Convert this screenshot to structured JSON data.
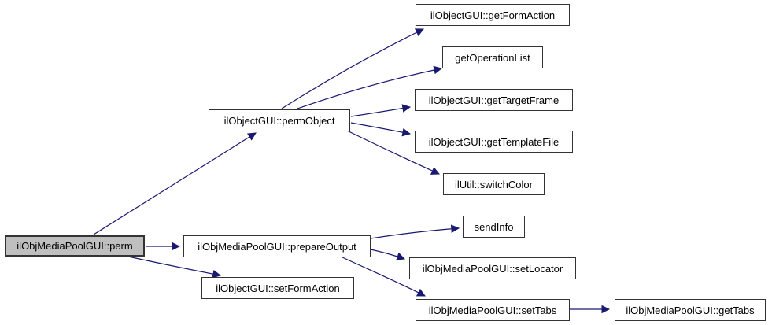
{
  "colors": {
    "background": "#ffffff",
    "edge": "#191970",
    "border": "#333333",
    "fill": "#ffffff",
    "highlight": "#bfbfbf",
    "text": "#000000"
  },
  "diagram": {
    "type": "call-graph",
    "nodes": [
      {
        "id": "perm",
        "label": "ilObjMediaPoolGUI::perm",
        "highlighted": true
      },
      {
        "id": "permObject",
        "label": "ilObjectGUI::permObject",
        "highlighted": false
      },
      {
        "id": "prepareOutput",
        "label": "ilObjMediaPoolGUI::prepareOutput",
        "highlighted": false
      },
      {
        "id": "setFormAction",
        "label": "ilObjectGUI::setFormAction",
        "highlighted": false
      },
      {
        "id": "getFormAction",
        "label": "ilObjectGUI::getFormAction",
        "highlighted": false
      },
      {
        "id": "getOperationList",
        "label": "getOperationList",
        "highlighted": false
      },
      {
        "id": "getTargetFrame",
        "label": "ilObjectGUI::getTargetFrame",
        "highlighted": false
      },
      {
        "id": "getTemplateFile",
        "label": "ilObjectGUI::getTemplateFile",
        "highlighted": false
      },
      {
        "id": "switchColor",
        "label": "ilUtil::switchColor",
        "highlighted": false
      },
      {
        "id": "sendInfo",
        "label": "sendInfo",
        "highlighted": false
      },
      {
        "id": "setLocator",
        "label": "ilObjMediaPoolGUI::setLocator",
        "highlighted": false
      },
      {
        "id": "setTabs",
        "label": "ilObjMediaPoolGUI::setTabs",
        "highlighted": false
      },
      {
        "id": "getTabs",
        "label": "ilObjMediaPoolGUI::getTabs",
        "highlighted": false
      }
    ],
    "edges": [
      {
        "from": "perm",
        "to": "permObject"
      },
      {
        "from": "perm",
        "to": "prepareOutput"
      },
      {
        "from": "perm",
        "to": "setFormAction"
      },
      {
        "from": "permObject",
        "to": "getFormAction"
      },
      {
        "from": "permObject",
        "to": "getOperationList"
      },
      {
        "from": "permObject",
        "to": "getTargetFrame"
      },
      {
        "from": "permObject",
        "to": "getTemplateFile"
      },
      {
        "from": "permObject",
        "to": "switchColor"
      },
      {
        "from": "prepareOutput",
        "to": "sendInfo"
      },
      {
        "from": "prepareOutput",
        "to": "setLocator"
      },
      {
        "from": "prepareOutput",
        "to": "setTabs"
      },
      {
        "from": "setTabs",
        "to": "getTabs"
      }
    ]
  }
}
